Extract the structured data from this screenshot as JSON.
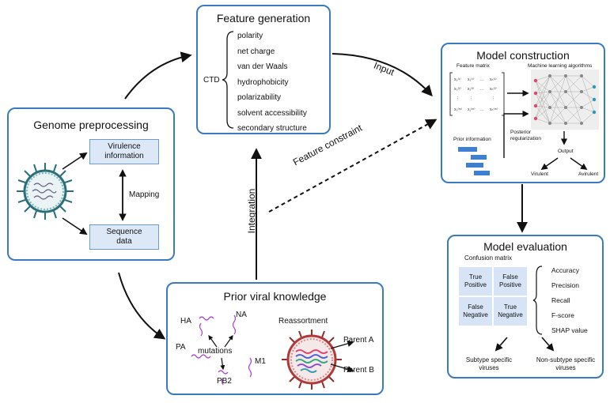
{
  "feature_generation": {
    "title": "Feature generation",
    "ctd": "CTD",
    "features": [
      "polarity",
      "net charge",
      "van der Waals",
      "hydrophobicity",
      "polarizability",
      "solvent accessibility",
      "secondary structure"
    ]
  },
  "genome_preprocessing": {
    "title": "Genome preprocessing",
    "virulence_info": "Virulence\ninformation",
    "mapping": "Mapping",
    "sequence_data": "Sequence\ndata"
  },
  "model_construction": {
    "title": "Model construction",
    "feature_matrix": "Feature matrix",
    "ml_algorithms": "Machine learning algorithms",
    "prior_information": "Prior information",
    "posterior_regularization": "Posterior\nregularization",
    "output": "Output",
    "virulent": "Virulent",
    "avirulent": "Avirulent"
  },
  "model_evaluation": {
    "title": "Model evaluation",
    "confusion_matrix": "Confusion matrix",
    "cells": [
      "True\nPositive",
      "False\nPositive",
      "False\nNegative",
      "True\nNegative"
    ],
    "metrics": [
      "Accuracy",
      "Precision",
      "Recall",
      "F-score",
      "SHAP value"
    ],
    "subtype_specific": "Subtype specific\nviruses",
    "non_subtype_specific": "Non-subtype specific\nviruses"
  },
  "prior_viral_knowledge": {
    "title": "Prior viral knowledge",
    "segments": {
      "ha": "HA",
      "na": "NA",
      "pa": "PA",
      "m1": "M1",
      "pb2": "PB2"
    },
    "mutations": "mutations",
    "reassortment": "Reassortment",
    "parent_a": "Parent A",
    "parent_b": "Parent B"
  },
  "arrow_labels": {
    "input": "Input",
    "feature_constraint": "Feature constraint",
    "integration": "Integration"
  },
  "colors": {
    "box_border": "#3a7bbf",
    "light_blue": "#dde8f7",
    "virus_teal": "#2a6f7a",
    "strand_purple": "#a53fc9"
  }
}
